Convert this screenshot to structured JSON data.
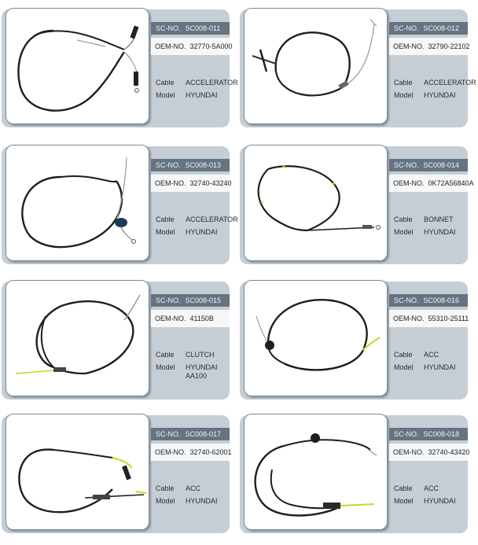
{
  "labels": {
    "sc_no": "SC-NO.",
    "oem_no": "OEM-NO.",
    "cable": "Cable",
    "model": "Model"
  },
  "products": [
    {
      "sc": "SC008-011",
      "oem": "32770-5A000",
      "cable": "ACCELERATOR",
      "model": "HYUNDAI"
    },
    {
      "sc": "SC008-012",
      "oem": "32790-22102",
      "cable": "ACCELERATOR",
      "model": "HYUNDAI"
    },
    {
      "sc": "SC008-013",
      "oem": "32740-43240",
      "cable": "ACCELERATOR",
      "model": "HYUNDAI"
    },
    {
      "sc": "SC008-014",
      "oem": "0K72A56840A",
      "cable": "BONNET",
      "model": "HYUNDAI"
    },
    {
      "sc": "SC008-015",
      "oem": "41150B",
      "cable": "CLUTCH",
      "model": "HYUNDAI AA100"
    },
    {
      "sc": "SC008-016",
      "oem": "55310-25111",
      "cable": "ACC",
      "model": "HYUNDAI"
    },
    {
      "sc": "SC008-017",
      "oem": "32740-62001",
      "cable": "ACC",
      "model": "HYUNDAI"
    },
    {
      "sc": "SC008-018",
      "oem": "32740-43420",
      "cable": "ACC",
      "model": "HYUNDAI"
    }
  ]
}
